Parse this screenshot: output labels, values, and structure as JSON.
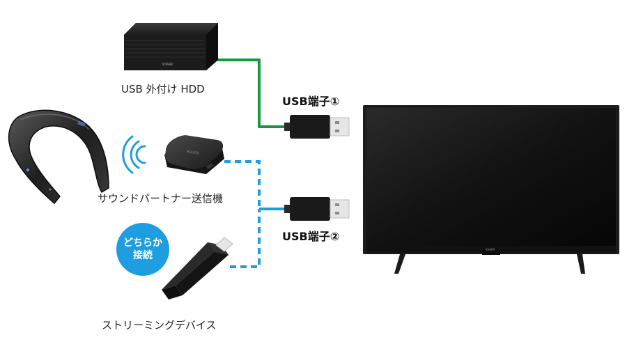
{
  "devices": {
    "hdd": {
      "label": "USB 外付け HDD",
      "brand": "SHARP"
    },
    "transmitter": {
      "label": "サウンドパートナー送信機",
      "brand": "AQUOS"
    },
    "streaming": {
      "label": "ストリーミングデバイス"
    },
    "tv": {
      "brand": "SHARP"
    }
  },
  "ports": {
    "usb1": {
      "label": "USB端子①"
    },
    "usb2": {
      "label": "USB端子②"
    }
  },
  "badge": {
    "line1": "どちらか",
    "line2": "接続"
  },
  "colors": {
    "usb1_cable": "#149a3c",
    "usb2_cable": "#1e9de0",
    "badge": "#1e9de0",
    "device_body": "#1d1d1d"
  },
  "icons": [
    "wireless-waves-icon",
    "usb-plug-icon"
  ]
}
